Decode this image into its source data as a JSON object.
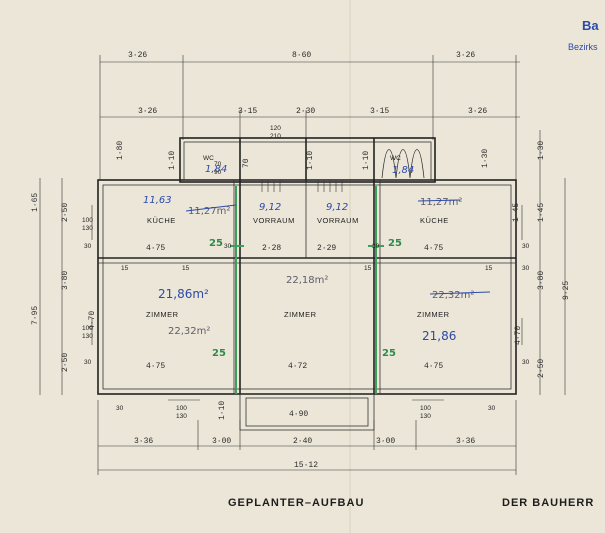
{
  "title": "GEPLANTER–AUFBAU",
  "signature": "DER BAUHERR",
  "stamp": {
    "line1": "Ba",
    "line2": "Bezirks"
  },
  "dimensions": {
    "top_row1": [
      "3·26",
      "8·60",
      "3·26"
    ],
    "top_row2": [
      "3·26",
      "3·15",
      "2·30",
      "3·15",
      "3·26"
    ],
    "wc_block": [
      "1·80",
      "1·30",
      "1·10",
      "70",
      "1·10",
      "1·10",
      "1·45"
    ],
    "inner": [
      "4·75",
      "2·28",
      "2·29",
      "4·75",
      "4·75",
      "4·72",
      "4·75"
    ],
    "left_side": [
      "1·65",
      "2·50",
      "3·80",
      "7·95",
      "4·70",
      "2·50"
    ],
    "right_side": [
      "1·30",
      "1·45",
      "3·80",
      "9·25",
      "4·70",
      "2·50"
    ],
    "bottom_row1": [
      "1·10",
      "4·90"
    ],
    "bottom_row2": [
      "3·36",
      "3·00",
      "2·40",
      "3·00",
      "3·36"
    ],
    "total": "15·12",
    "small": [
      "100",
      "130",
      "30",
      "15",
      "30",
      "15",
      "30",
      "100",
      "130",
      "30",
      "15",
      "30",
      "100",
      "130",
      "30",
      "100",
      "130",
      "70",
      "90",
      "30",
      "30",
      "120",
      "210",
      "15",
      "30"
    ]
  },
  "rooms": {
    "wc_left": "WC",
    "wc_right": "WC",
    "kueche_left": "KÜCHE",
    "vorraum_left": "VORRAUM",
    "vorraum_right": "VORRAUM",
    "kueche_right": "KÜCHE",
    "zimmer_left": "ZIMMER",
    "zimmer_mid": "ZIMMER",
    "zimmer_right": "ZIMMER"
  },
  "annotations": {
    "wc_left_area": "1,84",
    "wc_right_area": "1,84",
    "kueche_left_area": "11,63",
    "kueche_left_old": "11,27m²",
    "vorraum_left_area": "9,12",
    "vorraum_right_area": "9,12",
    "kueche_right_old": "11,27m²",
    "zimmer_left_area": "21,86m²",
    "zimmer_left_old": "22,32m²",
    "zimmer_mid_old": "22,18m²",
    "zimmer_right_old": "22,32m²",
    "zimmer_right_area": "21,86",
    "green_marks": [
      "25",
      "25",
      "25",
      "25"
    ]
  },
  "colors": {
    "paper": "#ebe6d8",
    "ink": "#222222",
    "blue": "#2c4aa8",
    "green": "#3aa05a"
  }
}
